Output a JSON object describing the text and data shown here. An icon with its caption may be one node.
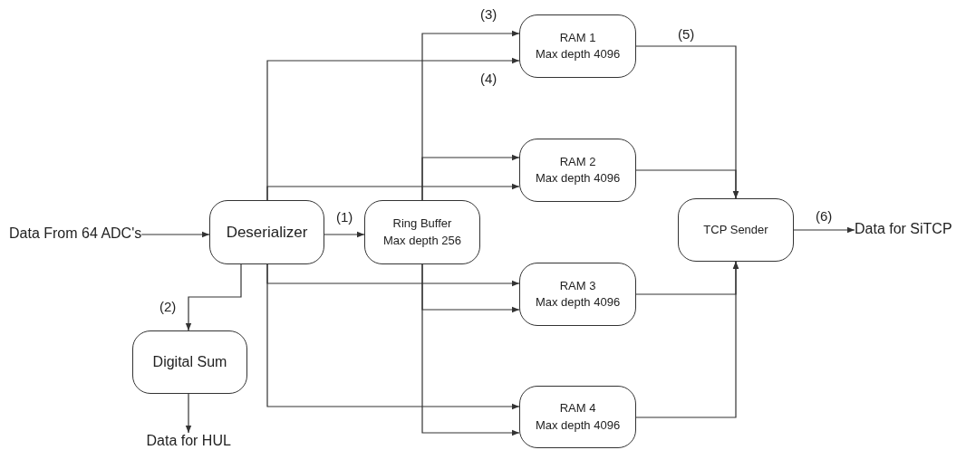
{
  "diagram": {
    "nodes": [
      {
        "text": [
          "Data From 64 ADC's"
        ]
      },
      {
        "text": [
          "Deserializer"
        ]
      },
      {
        "text": [
          "Ring Buffer",
          "Max depth 256"
        ]
      },
      {
        "text": [
          "RAM 1",
          "Max depth 4096"
        ]
      },
      {
        "text": [
          "RAM 2",
          "Max depth 4096"
        ]
      },
      {
        "text": [
          "RAM 3",
          "Max depth 4096"
        ]
      },
      {
        "text": [
          "RAM 4",
          "Max depth 4096"
        ]
      },
      {
        "text": [
          "TCP Sender"
        ]
      },
      {
        "text": [
          "Data for SiTCP"
        ]
      },
      {
        "text": [
          "Digital Sum"
        ]
      },
      {
        "text": [
          "Data for HUL"
        ]
      }
    ],
    "edges": [
      {
        "from": 0,
        "to": 1,
        "arrow": "to"
      },
      {
        "from": 1,
        "to": 2,
        "arrow": "to",
        "label": "(1)"
      },
      {
        "from": 1,
        "to": 9,
        "arrow": "to",
        "label": "(2)"
      },
      {
        "from": 9,
        "to": 10,
        "arrow": "to"
      },
      {
        "from": 2,
        "to": 3,
        "arrow": "to",
        "label": "(3)"
      },
      {
        "from": 1,
        "to": 3,
        "arrow": "to",
        "label": "(4)"
      },
      {
        "from": 2,
        "to": 4,
        "arrow": "to"
      },
      {
        "from": 1,
        "to": 4,
        "arrow": "to"
      },
      {
        "from": 1,
        "to": 5,
        "arrow": "to"
      },
      {
        "from": 2,
        "to": 5,
        "arrow": "to"
      },
      {
        "from": 1,
        "to": 6,
        "arrow": "to"
      },
      {
        "from": 2,
        "to": 6,
        "arrow": "to"
      },
      {
        "from": 3,
        "to": 7,
        "arrow": "to",
        "label": "(5)"
      },
      {
        "from": 4,
        "to": 7,
        "arrow": "to"
      },
      {
        "from": 5,
        "to": 7,
        "arrow": "to"
      },
      {
        "from": 6,
        "to": 7,
        "arrow": "to"
      },
      {
        "from": 7,
        "to": 8,
        "arrow": "to",
        "label": "(6)"
      }
    ]
  }
}
